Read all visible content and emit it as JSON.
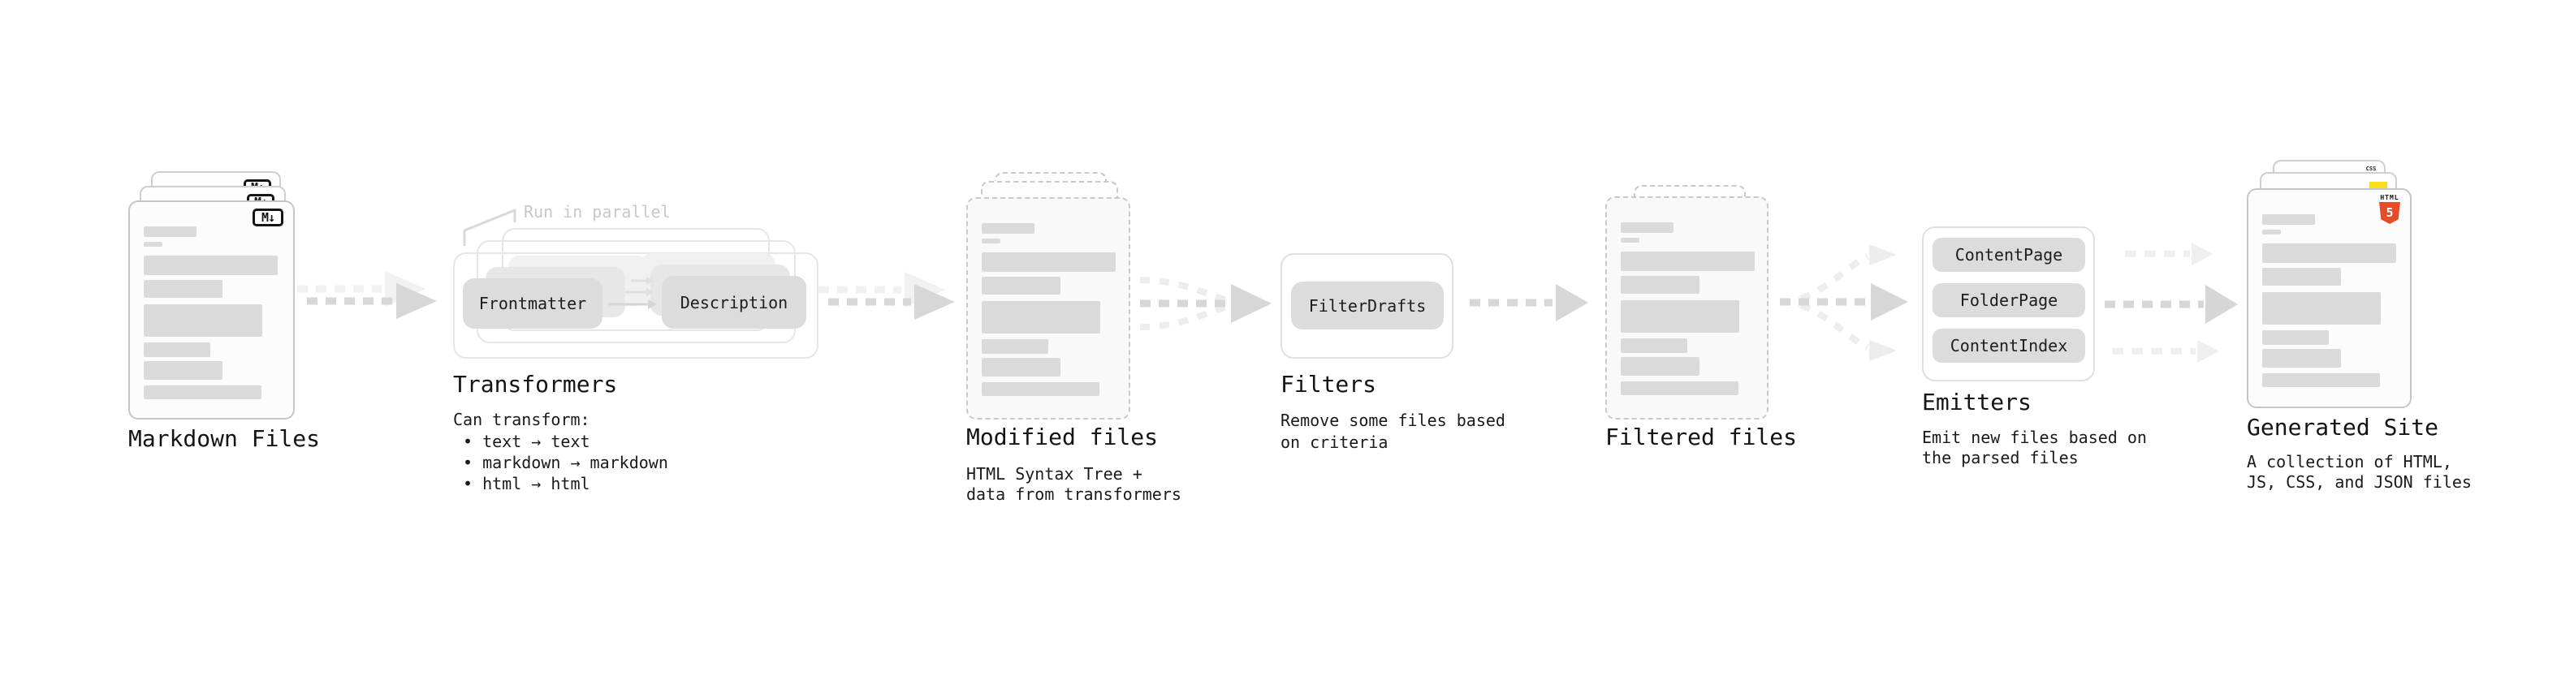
{
  "markdown": {
    "label": "Markdown Files",
    "badge": "M↓"
  },
  "transformers": {
    "annotation": "Run in parallel",
    "pill_left": "Frontmatter",
    "pill_right": "Description",
    "title": "Transformers",
    "heading": "Can transform:",
    "bullets": [
      "• text → text",
      "• markdown → markdown",
      "• html → html"
    ]
  },
  "modified": {
    "label": "Modified files",
    "desc1": "HTML Syntax Tree +",
    "desc2": "data from transformers"
  },
  "filters": {
    "title": "Filters",
    "pill": "FilterDrafts",
    "desc1": "Remove some files based",
    "desc2": "on criteria"
  },
  "filtered": {
    "label": "Filtered files"
  },
  "emitters": {
    "title": "Emitters",
    "pills": [
      "ContentPage",
      "FolderPage",
      "ContentIndex"
    ],
    "desc1": "Emit new files based on",
    "desc2": "the parsed files"
  },
  "generated": {
    "label": "Generated Site",
    "badge_html": "HTML",
    "badge_five": "5",
    "badge_css": "CSS",
    "desc1": "A collection of HTML,",
    "desc2": "JS, CSS, and JSON files"
  },
  "colors": {
    "background": "#ffffff",
    "bar_gray": "#dadada",
    "pill_gray": "#dcdcdc",
    "arrow_gray": "#d7d7d7",
    "arrow_light": "#f1f1f1",
    "annotation_gray": "#c8c8c8",
    "js_badge": "#f7df1e",
    "css_badge": "#2766e8",
    "html5_badge": "#e44d26"
  }
}
